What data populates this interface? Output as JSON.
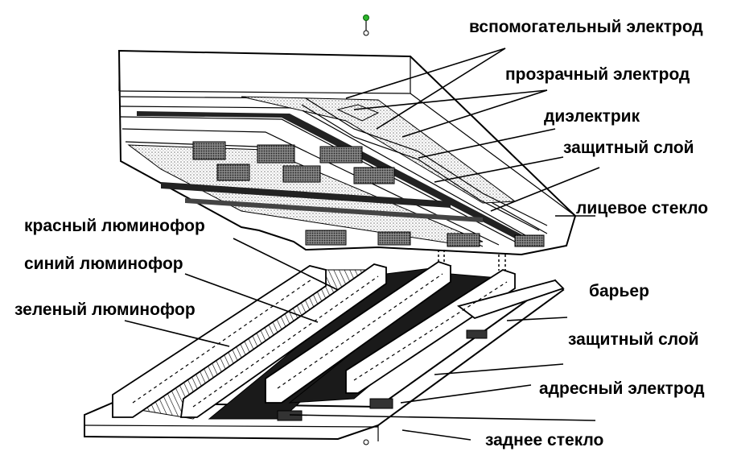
{
  "labels": {
    "aux_electrode": "вспомогательный электрод",
    "transparent_electrode": "прозрачный электрод",
    "dielectric": "диэлектрик",
    "protective_layer_top": "защитный слой",
    "front_glass": "лицевое стекло",
    "red_phosphor": "красный люминофор",
    "blue_phosphor": "синий люминофор",
    "green_phosphor": "зеленый люминофор",
    "barrier": "барьер",
    "protective_layer_bottom": "защитный слой",
    "address_electrode": "адресный электрод",
    "back_glass": "заднее стекло"
  },
  "colors": {
    "ink": "#000000",
    "paper": "#ffffff",
    "stipple": "#c8c8c8",
    "dark_fill": "#222222",
    "selection_handle": "#2bb52b"
  },
  "icons": {
    "selection_handle": "rotate-handle-icon"
  }
}
